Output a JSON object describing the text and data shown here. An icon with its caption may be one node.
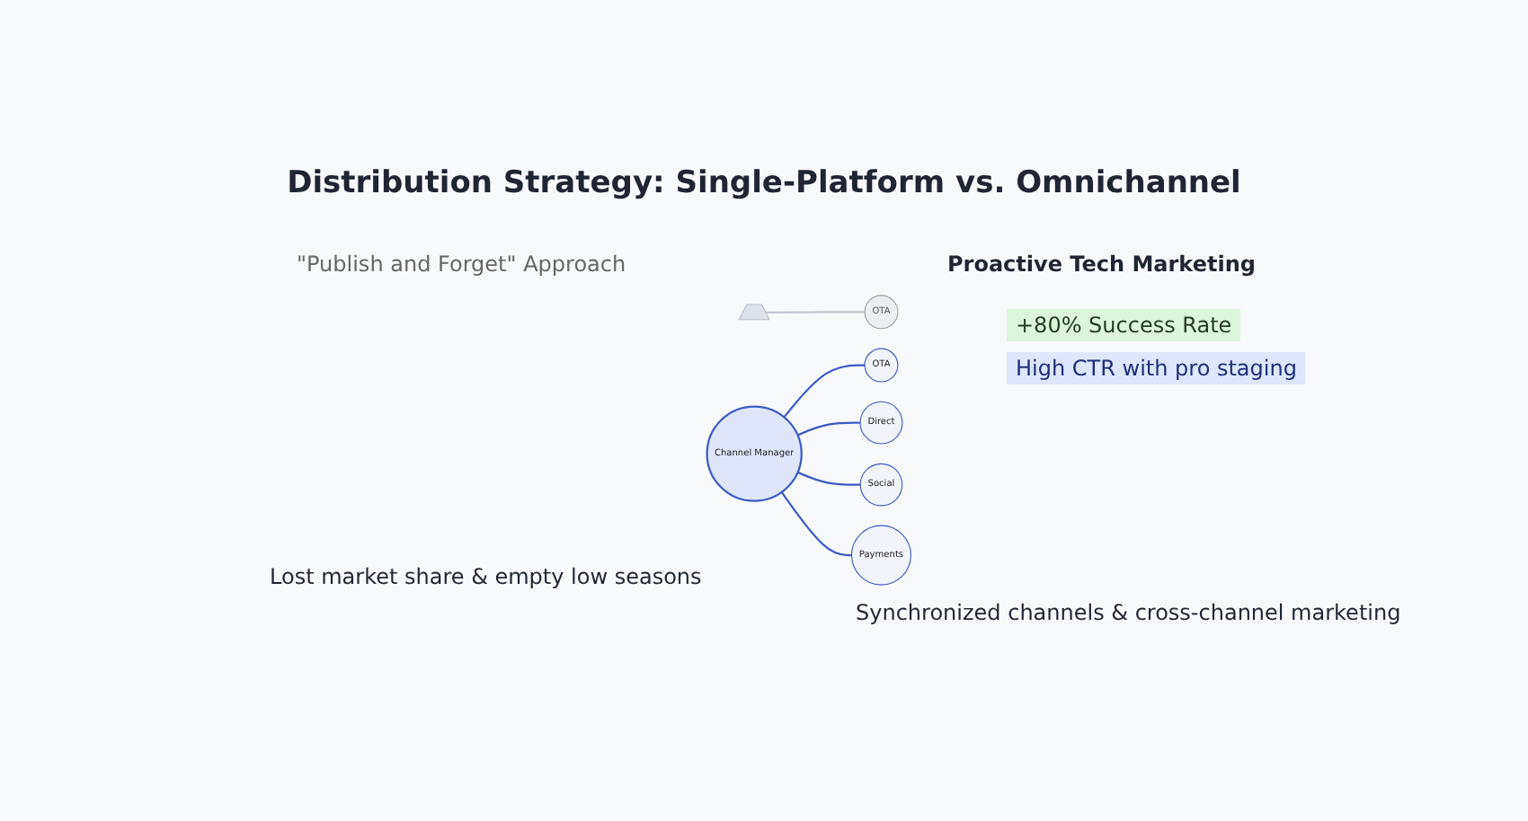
{
  "diagram": {
    "title": "Distribution Strategy: Single-Platform vs. Omnichannel",
    "nodes": [
      {
        "text": [],
        "shape": "picture"
      },
      {
        "text": [
          "OTA"
        ]
      },
      {
        "text": [
          "Channel Manager"
        ]
      },
      {
        "text": [
          "OTA"
        ]
      },
      {
        "text": [
          "Direct"
        ]
      },
      {
        "text": [
          "Social"
        ]
      },
      {
        "text": [
          "Payments"
        ]
      }
    ],
    "edges": [
      {
        "from": 0,
        "to": 1,
        "arrow": "none",
        "color": "#c4c8d0"
      },
      {
        "from": 2,
        "to": 3,
        "arrow": "none"
      },
      {
        "from": 2,
        "to": 4,
        "arrow": "none"
      },
      {
        "from": 2,
        "to": 5,
        "arrow": "none"
      },
      {
        "from": 2,
        "to": 6,
        "arrow": "none"
      }
    ],
    "labels": [
      "\"Publish and Forget\" Approach",
      "Proactive Tech Marketing",
      "+80% Success Rate",
      "High CTR with pro staging",
      "Lost market share & empty low seasons",
      "Synchronized channels & cross-channel marketing"
    ]
  }
}
